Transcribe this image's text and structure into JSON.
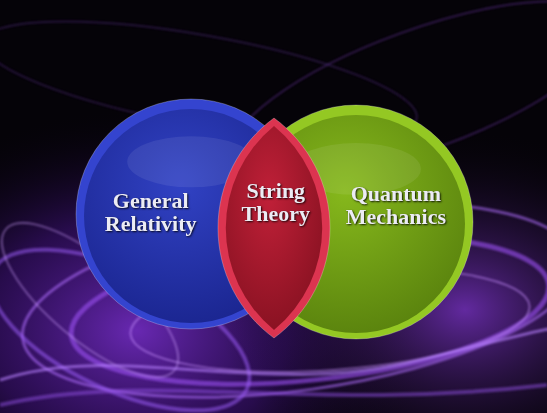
{
  "diagram": {
    "nodes": [
      {
        "text": [
          "General Relativity"
        ]
      },
      {
        "text": [
          "String Theory"
        ]
      },
      {
        "text": [
          "Quantum Mechanics"
        ]
      }
    ]
  }
}
